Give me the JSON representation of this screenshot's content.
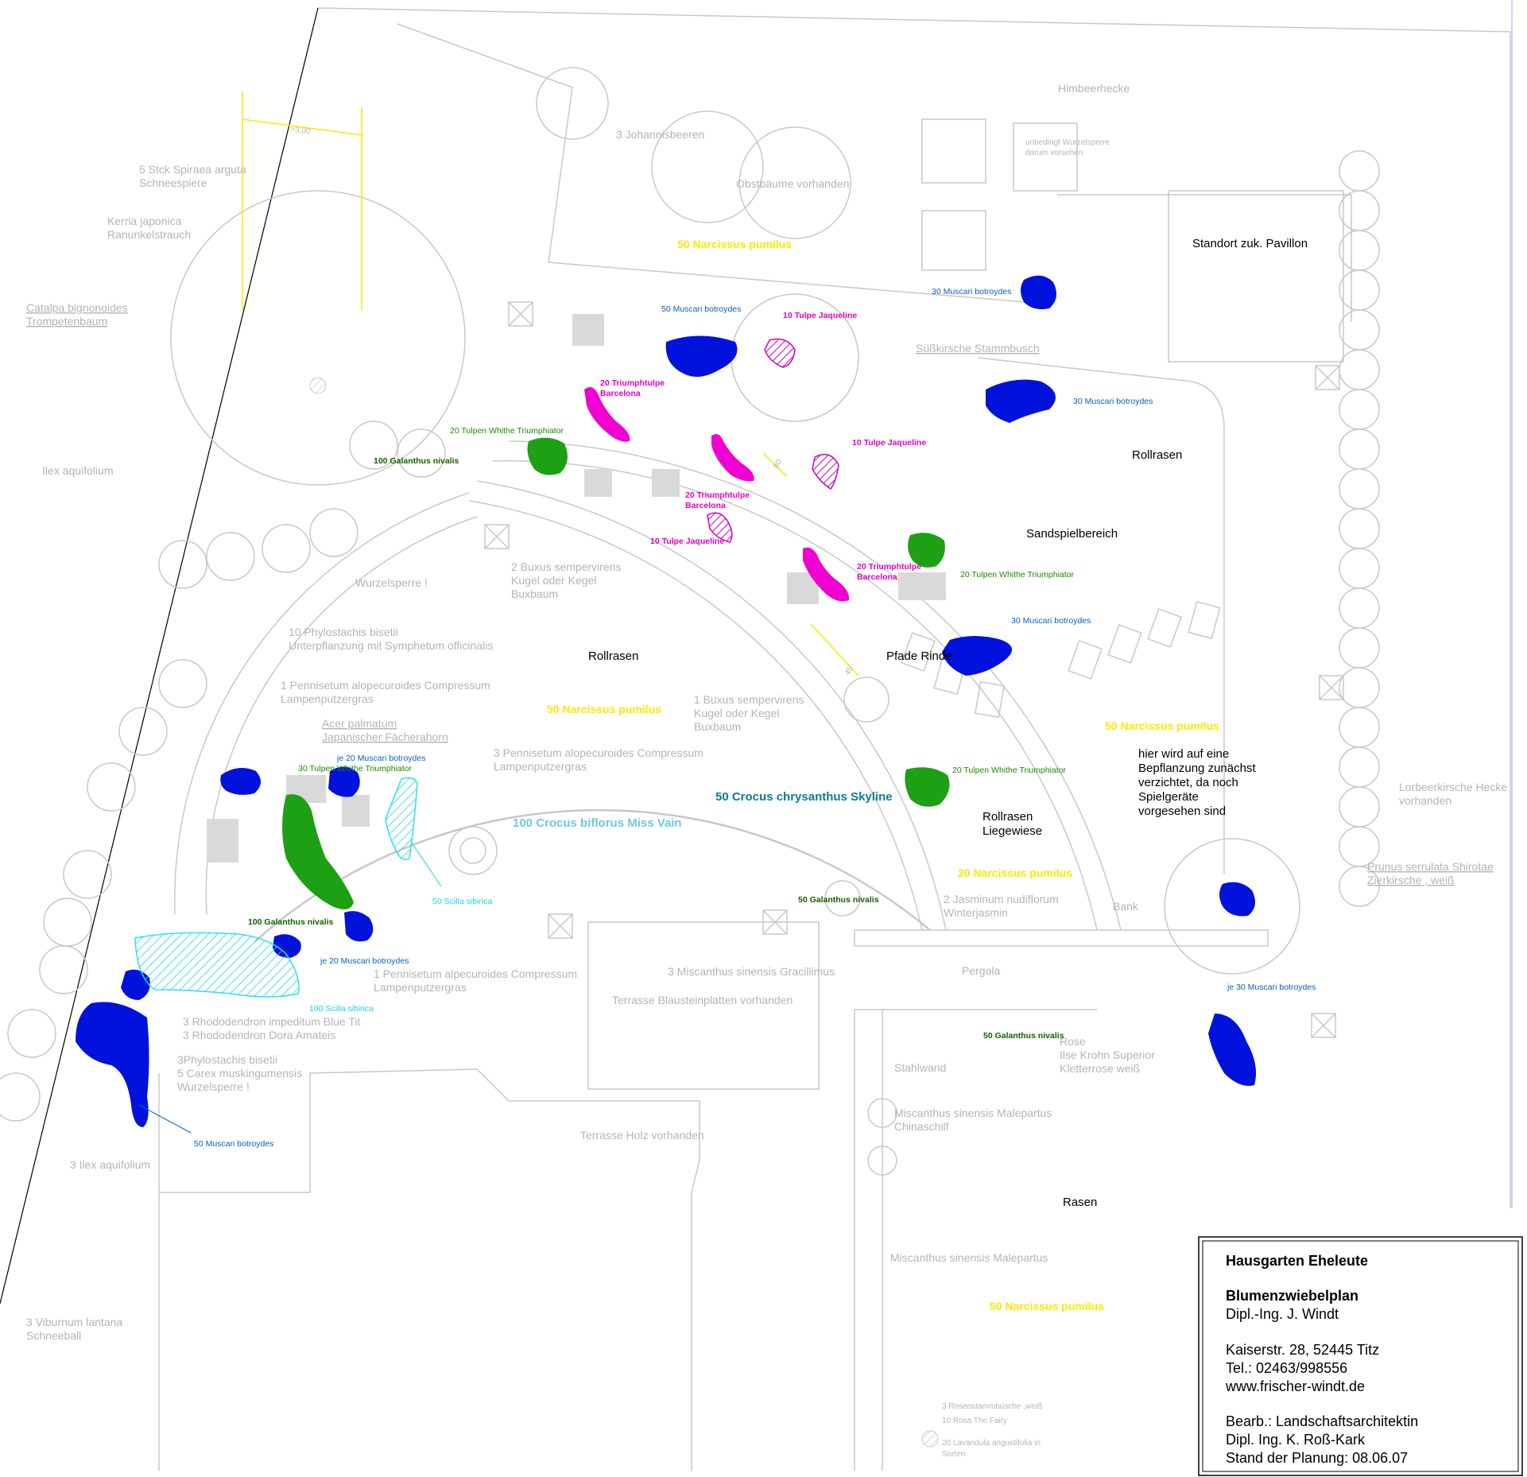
{
  "colors": {
    "muscari": "#0012dc",
    "tulip_green": "#1ea014",
    "tulip_magenta": "#f000d2",
    "scilla": "#28e1f0",
    "base_line": "#c8c8c8",
    "narcissus_label": "#ffe600"
  },
  "base_labels": {
    "johannisbeeren": "3 Johannisbeeren",
    "obstbaeume": "Obstbäume vorhanden",
    "himbeerhecke": "Himbeerhecke",
    "wurzelsperre_note_1": "unbedingt Wurzelsperre",
    "wurzelsperre_note_2": "darum vorsehen",
    "spiraea_1": "5 Stck Spiraea arguta",
    "spiraea_2": "Schneespiere",
    "kerria_1": "Kerria japonica",
    "kerria_2": "Ranunkelstrauch",
    "catalpa_1": "Catalpa bignonoides",
    "catalpa_2": "Trompetenbaum",
    "ilex": "Ilex aquifolium",
    "suesskirsche": "Süßkirsche Stammbusch",
    "wurzelsperre": "Wurzelsperre !",
    "phylostachis_1": "10 Phylostachis bisetii",
    "phylostachis_2": "Unterpflanzung mit Symphetum officinalis",
    "buxus_2_1": "2 Buxus sempervirens",
    "buxus_2_2": "Kugel oder Kegel",
    "buxus_2_3": "Buxbaum",
    "pennisetum_1_1": "1 Pennisetum alopecuroides Compressum",
    "pennisetum_1_2": "Lampenputzergras",
    "acer_1": "Acer palmatum",
    "acer_2": "Japanischer Fächerahorn",
    "pennisetum_3_1": "3 Pennisetum alopecuroides Compressum",
    "pennisetum_3_2": "Lampenputzergras",
    "buxus_1_1": "1 Buxus sempervirens",
    "buxus_1_2": "Kugel oder Kegel",
    "buxus_1_3": "Buxbaum",
    "lorbeer_1": "Lorbeerkirsche Hecke",
    "lorbeer_2": "vorhanden",
    "prunus_1": "Prunus serrulata Shirotae",
    "prunus_2": "Zierkirsche , weiß",
    "jasminum_1": "2 Jasminum nudiflorum",
    "jasminum_2": "Winterjasmin",
    "bank": "Bank",
    "miscanthus_3": "3 Miscanthus sinensis Gracillimus",
    "pennisetum_b_1": "1 Pennisetum alpecuroides Compressum",
    "pennisetum_b_2": "Lampenputzergras",
    "terrasse_blau": "Terrasse Blausteinplatten vorhanden",
    "pergola": "Pergola",
    "rose_1": "Rose",
    "rose_2": "Ilse Krohn Superior",
    "rose_3": "Kletterrose weiß",
    "stahlwand": "Stahlwand",
    "miscanthus_m_1": "Miscanthus sinensis Malepartus",
    "miscanthus_m_2": "Chinaschilf",
    "miscanthus_m_3": "Miscanthus sinensis Malepartus",
    "rhodo_1": "3 Rhododendron impeditum Blue Tit",
    "rhodo_2": "3 Rhododendron Dora Amateis",
    "phylostachis_3_1": "3Phylostachis bisetii",
    "phylostachis_3_2": "5 Carex muskingumensis",
    "phylostachis_3_3": "Wurzelsperre !",
    "ilex_3": "3 Ilex aquifolium",
    "terrasse_holz": "Terrasse Holz vorhanden",
    "viburnum_1": "3 Viburnum lantana",
    "viburnum_2": "Schneeball",
    "dim_300": ">3,00",
    "dim_80": "80",
    "dim_45": "45",
    "rosen_1": "3 Rosenstammbüsche ,weiß",
    "rosen_2": "10 Rosa The Fairy",
    "rosen_3": "20 Lavandula angustifolia in",
    "rosen_4": "Sorten"
  },
  "black_labels": {
    "pavillon": "Standort zuk. Pavillon",
    "rollrasen_1": "Rollrasen",
    "sandspiel": "Sandspielbereich",
    "rollrasen_2": "Rollrasen",
    "pfade": "Pfade Rinde",
    "hinweis_1": "hier wird auf eine",
    "hinweis_2": "Bepflanzung zunächst",
    "hinweis_3": "verzichtet, da noch",
    "hinweis_4": "Spielgeräte",
    "hinweis_5": "vorgesehen   sind",
    "rollrasen_3": "Rollrasen",
    "liegewiese": "Liegewiese",
    "rasen": "Rasen"
  },
  "bulb_labels": {
    "narc_1": "50 Narcissus pumilus",
    "narc_2": "50 Narcissus pumilus",
    "narc_3": "50 Narcissus pumilus",
    "narc_4": "20 Narcissus pumilus",
    "narc_5": "50 Narcissus pumilus",
    "mus_1": "30 Muscari botroydes",
    "mus_2": "50 Muscari botroydes",
    "mus_3": "30 Muscari botroydes",
    "mus_4": "30 Muscari botroydes",
    "mus_5": "je 20 Muscari botroydes",
    "mus_6": "je 20 Muscari botroydes",
    "mus_7": "je 30 Muscari botroydes",
    "mus_8": "50 Muscari botroydes",
    "tulpe_jaq_1": "10 Tulpe Jaqueline",
    "tulpe_jaq_2": "10 Tulpe Jaqueline",
    "tulpe_jaq_3": "10 Tulpe Jaqueline",
    "triumph_1a": "20 Triumphtulpe",
    "triumph_1b": "Barcelona",
    "triumph_2a": "20 Triumphtulpe",
    "triumph_2b": "Barcelona",
    "triumph_3a": "20 Triumphtulpe",
    "triumph_3b": "Barcelona",
    "white_1": "20 Tulpen Whithe Triumphiator",
    "white_2": "20 Tulpen Whithe Triumphiator",
    "white_3": "20 Tulpen Whithe Triumphiator",
    "white_4": "30 Tulpen Whithe Triumphiator",
    "galanthus_1": "100 Galanthus nivalis",
    "galanthus_2": "100 Galanthus nivalis",
    "galanthus_3": "50 Galanthus nivalis",
    "galanthus_4": "50 Galanthus nivalis",
    "scilla_1": "50 Scilla sibirica",
    "scilla_2": "100 Scilla sibirica",
    "crocus_sky": "50 Crocus chrysanthus Skyline",
    "crocus_miss": "100 Crocus biflorus Miss Vain"
  },
  "title_block": {
    "title": "Hausgarten Eheleute",
    "plan": "Blumenzwiebelplan",
    "author": "Dipl.-Ing. J. Windt",
    "address": "Kaiserstr. 28, 52445 Titz",
    "phone": "Tel.: 02463/998556",
    "web": "www.frischer-windt.de",
    "bearb": "Bearb.: Landschaftsarchitektin",
    "bearb_name": "Dipl. Ing. K. Roß-Kark",
    "stand": "Stand der Planung: 08.06.07"
  }
}
